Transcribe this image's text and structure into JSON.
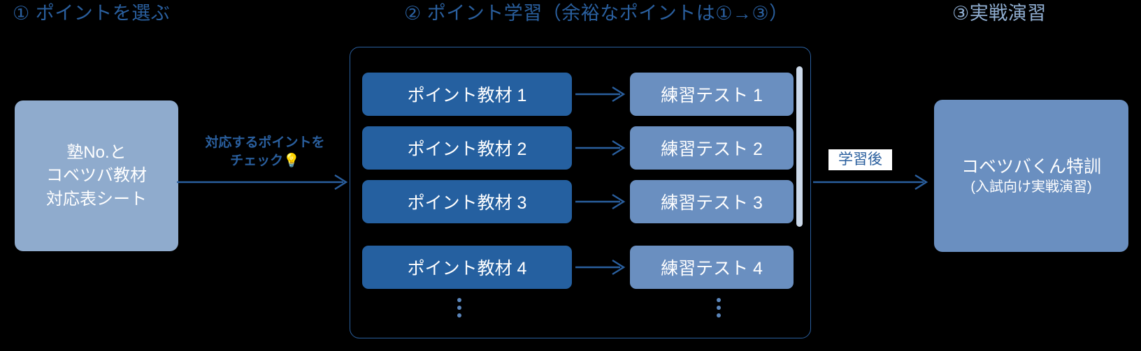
{
  "steps": [
    {
      "marker": "①",
      "label": " ポイントを選ぶ",
      "color": "#2a5f9e"
    },
    {
      "marker": "②",
      "label": " ポイント学習（余裕なポイントは①→③）",
      "color": "#2a5f9e"
    },
    {
      "marker": "③",
      "label": "実戦演習",
      "color": "#8fadd0"
    }
  ],
  "sheet_box": {
    "line1": "塾No.と",
    "line2": "コベツバ教材",
    "line3": "対応表シート",
    "bg": "#8fabcd",
    "text_color": "#ffffff"
  },
  "arrow1": {
    "label_line1": "対応するポイントを",
    "label_line2": "チェック",
    "bulb_icon": "💡",
    "color": "#2a5f9e"
  },
  "container": {
    "border_color": "#2a5f9e",
    "rows": [
      {
        "point": "ポイント教材 1",
        "test": "練習テスト 1"
      },
      {
        "point": "ポイント教材 2",
        "test": "練習テスト 2"
      },
      {
        "point": "ポイント教材 3",
        "test": "練習テスト 3"
      },
      {
        "point": "ポイント教材 4",
        "test": "練習テスト 4"
      }
    ],
    "point_bg": "#2560a0",
    "test_bg": "#6a8fc0",
    "row_arrow_color": "#2a5f9e",
    "ellipsis": "⋮",
    "scrollbar_color": "#ccd9ea"
  },
  "arrow2": {
    "label": "学習後",
    "label_bg": "#ffffff",
    "color": "#2a5f9e"
  },
  "training_box": {
    "title": "コベツバくん特訓",
    "subtitle": "(入試向け実戦演習)",
    "bg": "#6a8fc0",
    "text_color": "#ffffff"
  }
}
